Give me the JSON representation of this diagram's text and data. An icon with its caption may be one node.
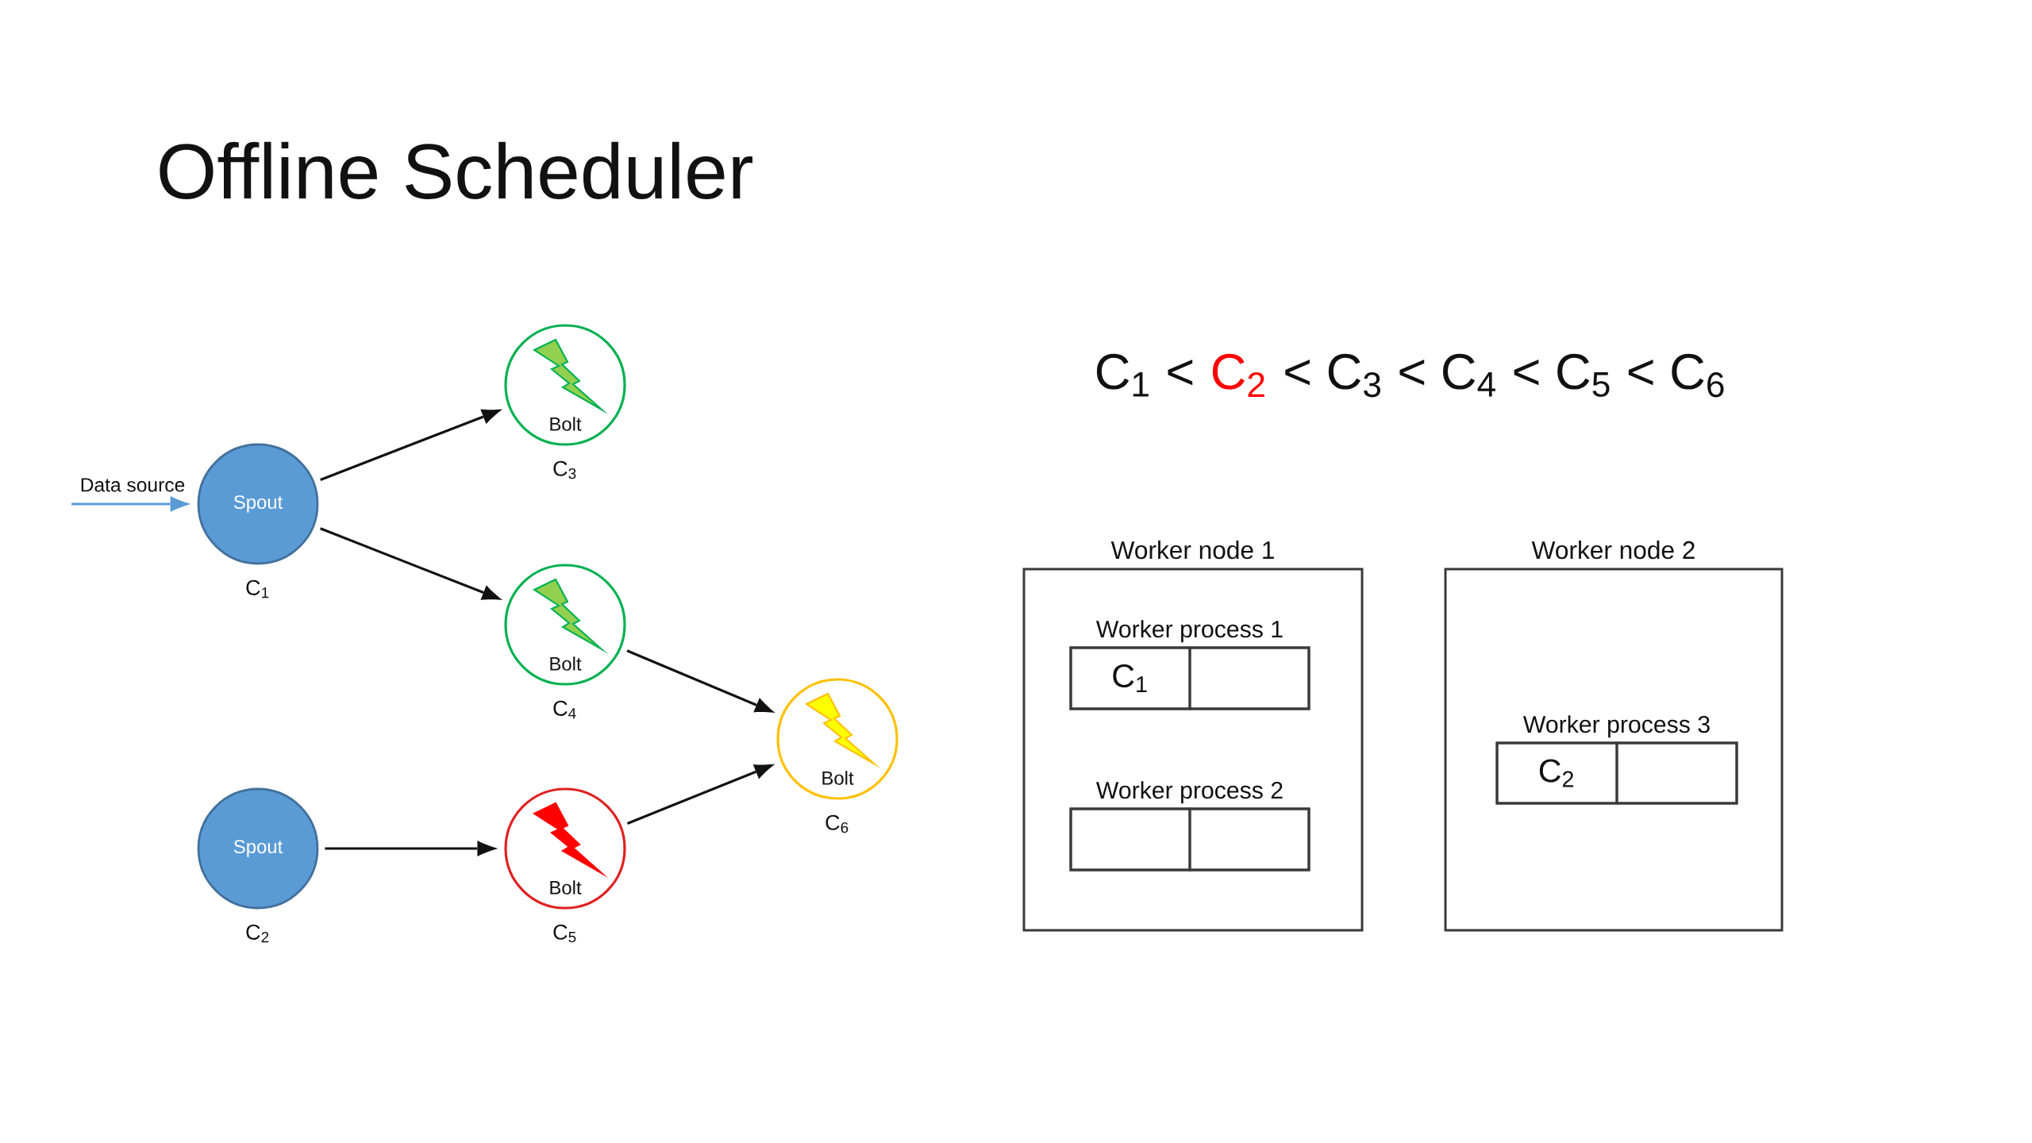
{
  "diagram": {
    "title": "Offline Scheduler",
    "nodes": [
      {
        "text": [
          "Spout"
        ],
        "beside": [
          "C$_{1}$"
        ]
      },
      {
        "text": [
          "Bolt"
        ],
        "beside": [
          "C$_{3}$"
        ]
      },
      {
        "text": [
          "Bolt"
        ],
        "beside": [
          "C$_{4}$"
        ]
      },
      {
        "text": [
          "Spout"
        ],
        "beside": [
          "C$_{2}$"
        ]
      },
      {
        "text": [
          "Bolt"
        ],
        "beside": [
          "C$_{5}$"
        ]
      },
      {
        "text": [
          "Bolt"
        ],
        "beside": [
          "C$_{6}$"
        ]
      },
      {
        "text": [
          "Worker node 1"
        ]
      },
      {
        "text": [
          "Worker process 1"
        ],
        "in": 6
      },
      {
        "text": [
          "C$_{1}$"
        ],
        "in": 7
      },
      {
        "text": [],
        "shape": "box",
        "in": 7
      },
      {
        "text": [
          "Worker process 2"
        ],
        "in": 6
      },
      {
        "text": [],
        "shape": "box",
        "in": 10
      },
      {
        "text": [],
        "shape": "box",
        "in": 10
      },
      {
        "text": [
          "Worker node 2"
        ]
      },
      {
        "text": [
          "Worker process 3"
        ],
        "in": 13
      },
      {
        "text": [
          "C$_{2}$"
        ],
        "in": 14
      },
      {
        "text": [],
        "shape": "box",
        "in": 14
      }
    ],
    "edges": [
      {
        "from": null,
        "to": 0,
        "arrow": "to",
        "label": "Data source",
        "color": "#5b9bd5"
      },
      {
        "from": 0,
        "to": 1,
        "arrow": "to"
      },
      {
        "from": 0,
        "to": 2,
        "arrow": "to"
      },
      {
        "from": 3,
        "to": 4,
        "arrow": "to"
      },
      {
        "from": 2,
        "to": 5,
        "arrow": "to"
      },
      {
        "from": 4,
        "to": 5,
        "arrow": "to"
      }
    ],
    "labels": [
      "C$_{1}$ <",
      "C$_{2}$",
      "< C$_{3}$ < C$_{4}$ < C$_{5}$ < C$_{6}$"
    ]
  }
}
